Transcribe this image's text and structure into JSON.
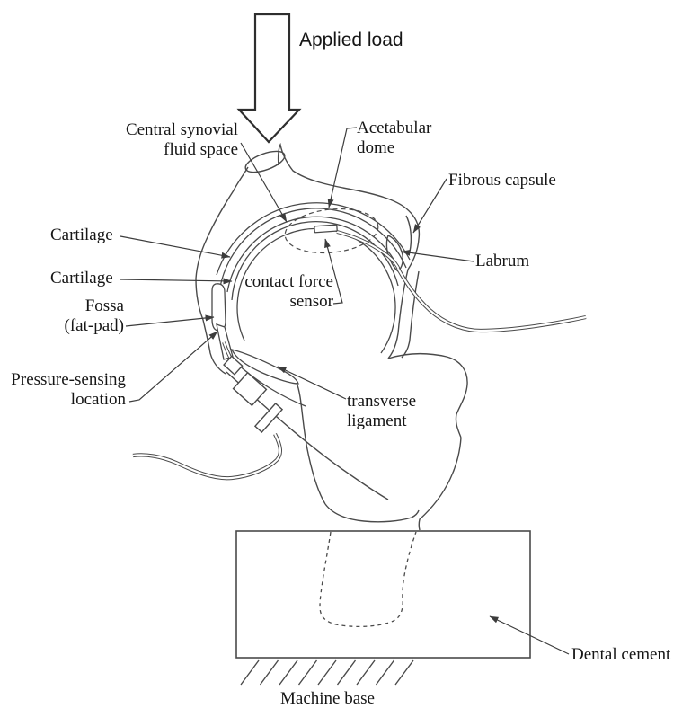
{
  "figure": {
    "type": "line-drawing-diagram",
    "subject": "Hip joint specimen under mechanical loading, cross-section schematic",
    "colors": {
      "background": "#ffffff",
      "line": "#464646",
      "text": "#161616"
    },
    "labels": {
      "applied_load": "Applied load",
      "central_synovial_fluid_space": {
        "line1": "Central synovial",
        "line2": "fluid space"
      },
      "acetabular_dome": {
        "line1": "Acetabular",
        "line2": "dome"
      },
      "fibrous_capsule": "Fibrous capsule",
      "cartilage_upper": "Cartilage",
      "cartilage_lower": "Cartilage",
      "contact_force_sensor": {
        "line1": "contact force",
        "line2": "sensor"
      },
      "fossa_fat_pad": {
        "line1": "Fossa",
        "line2": "(fat-pad)"
      },
      "pressure_sensing_location": {
        "line1": "Pressure-sensing",
        "line2": "location"
      },
      "labrum": "Labrum",
      "transverse_ligament": {
        "line1": "transverse",
        "line2": "ligament"
      },
      "dental_cement": "Dental cement",
      "machine_base": "Machine base"
    }
  }
}
